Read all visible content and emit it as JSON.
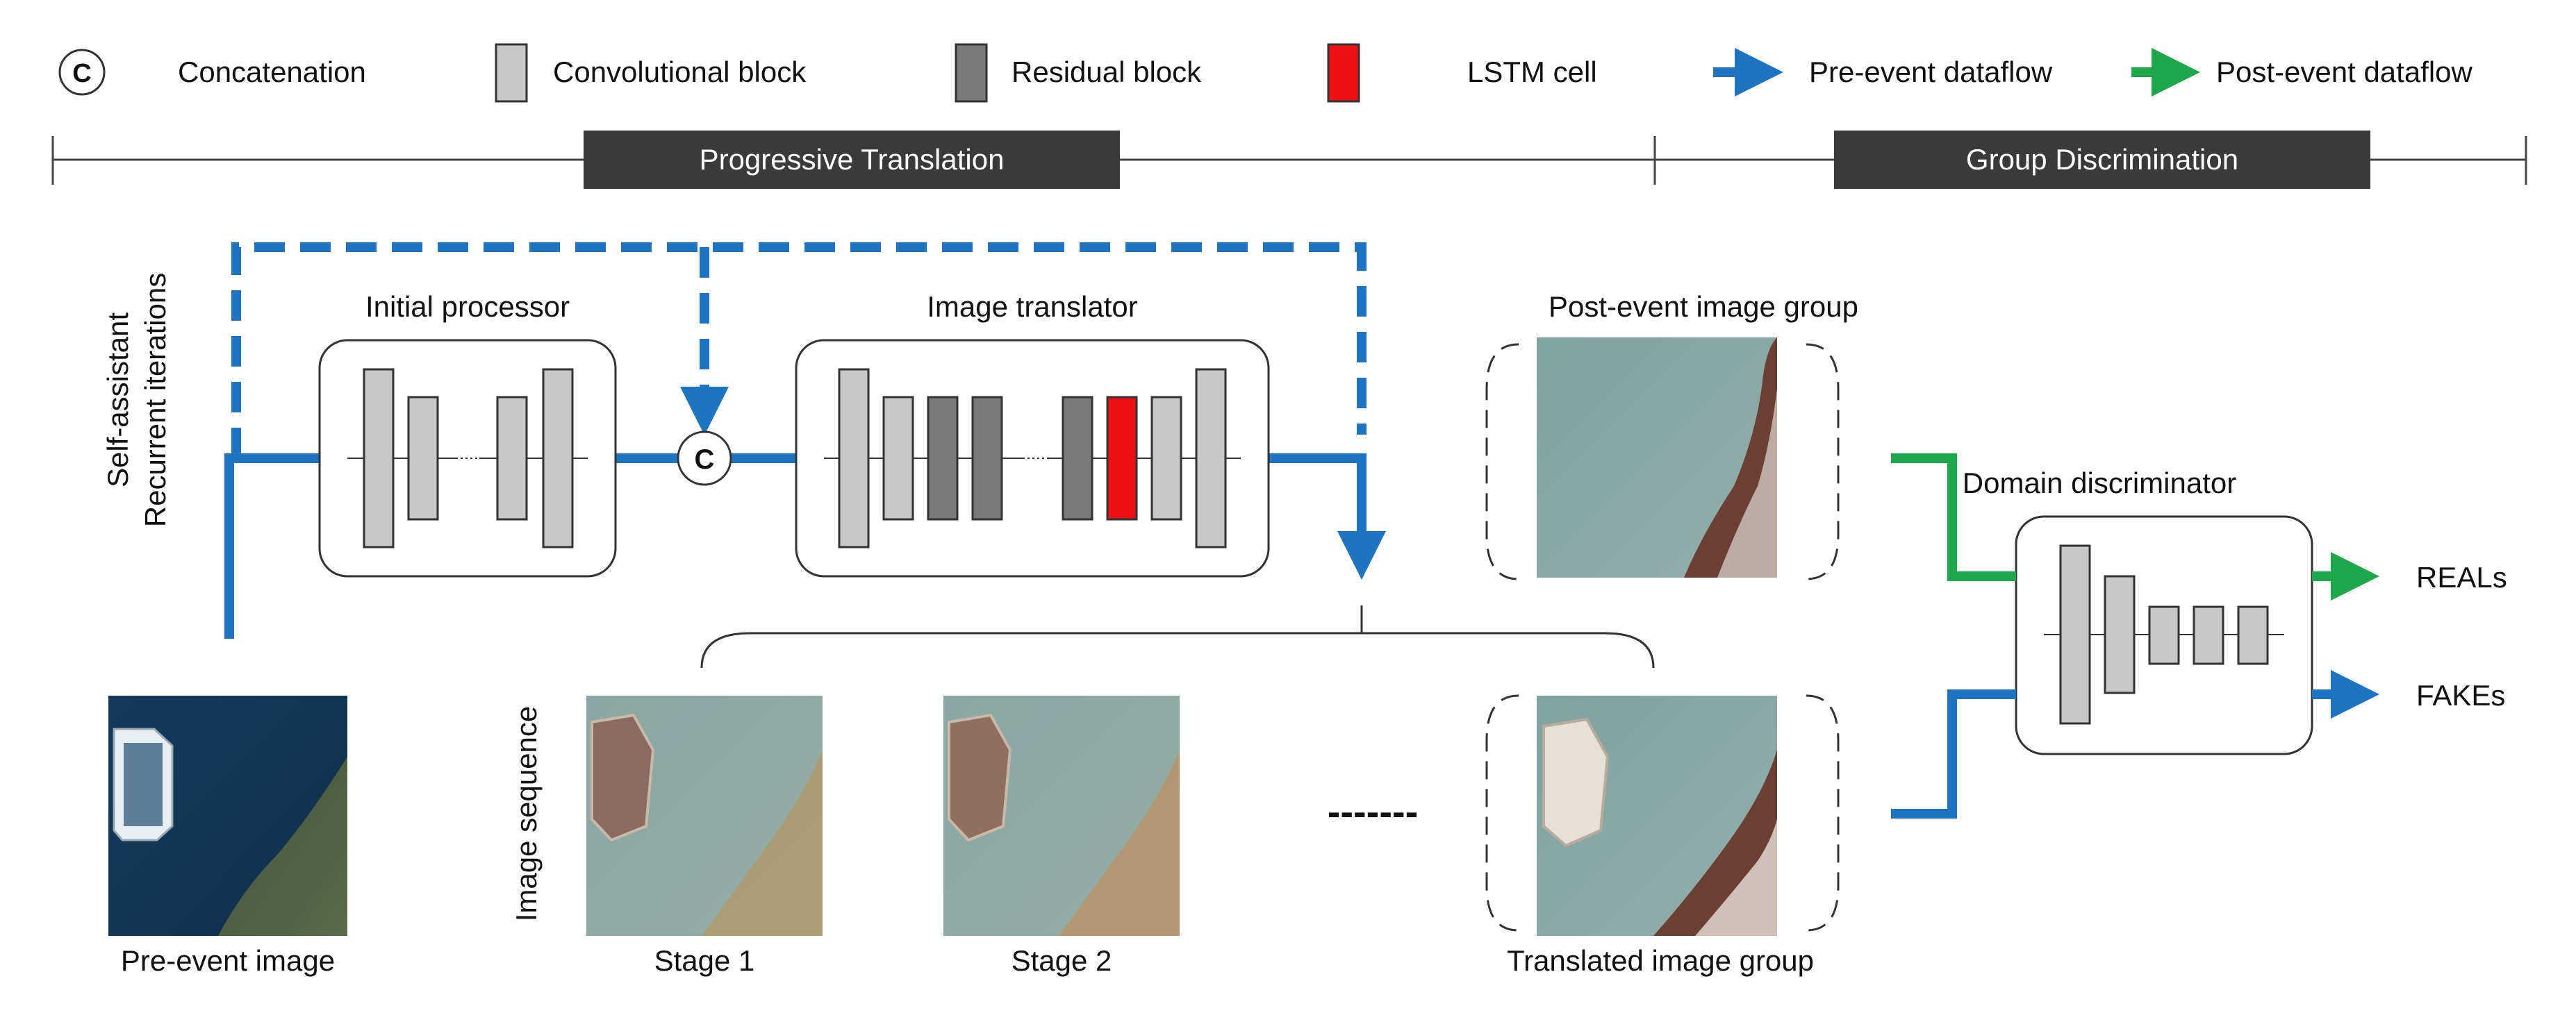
{
  "legend": {
    "concat_symbol": "C",
    "concatenation": "Concatenation",
    "conv_block": "Convolutional block",
    "residual_block": "Residual block",
    "lstm_cell": "LSTM cell",
    "pre_event": "Pre-event dataflow",
    "post_event": "Post-event dataflow"
  },
  "sections": {
    "progressive": "Progressive Translation",
    "group_disc": "Group Discrimination"
  },
  "side_label": {
    "line1": "Self-assistant",
    "line2": "Recurrent iterations"
  },
  "modules": {
    "initial_processor": "Initial processor",
    "image_translator": "Image translator",
    "concat_symbol": "C",
    "domain_discriminator": "Domain discriminator"
  },
  "labels": {
    "post_event_group": "Post-event image group",
    "image_sequence": "Image sequence",
    "pre_event_image": "Pre-event image",
    "stage1": "Stage 1",
    "stage2": "Stage 2",
    "ellipsis": "-------",
    "translated_group": "Translated image group",
    "reals": "REALs",
    "fakes": "FAKEs"
  },
  "colors": {
    "pre_event_blue": "#1f74c2",
    "post_event_green": "#1ea84b",
    "lstm_red": "#ee1111",
    "conv_gray": "#c8c8c8",
    "residual_gray": "#7a7a7a",
    "section_bar": "#3a3a3a"
  }
}
